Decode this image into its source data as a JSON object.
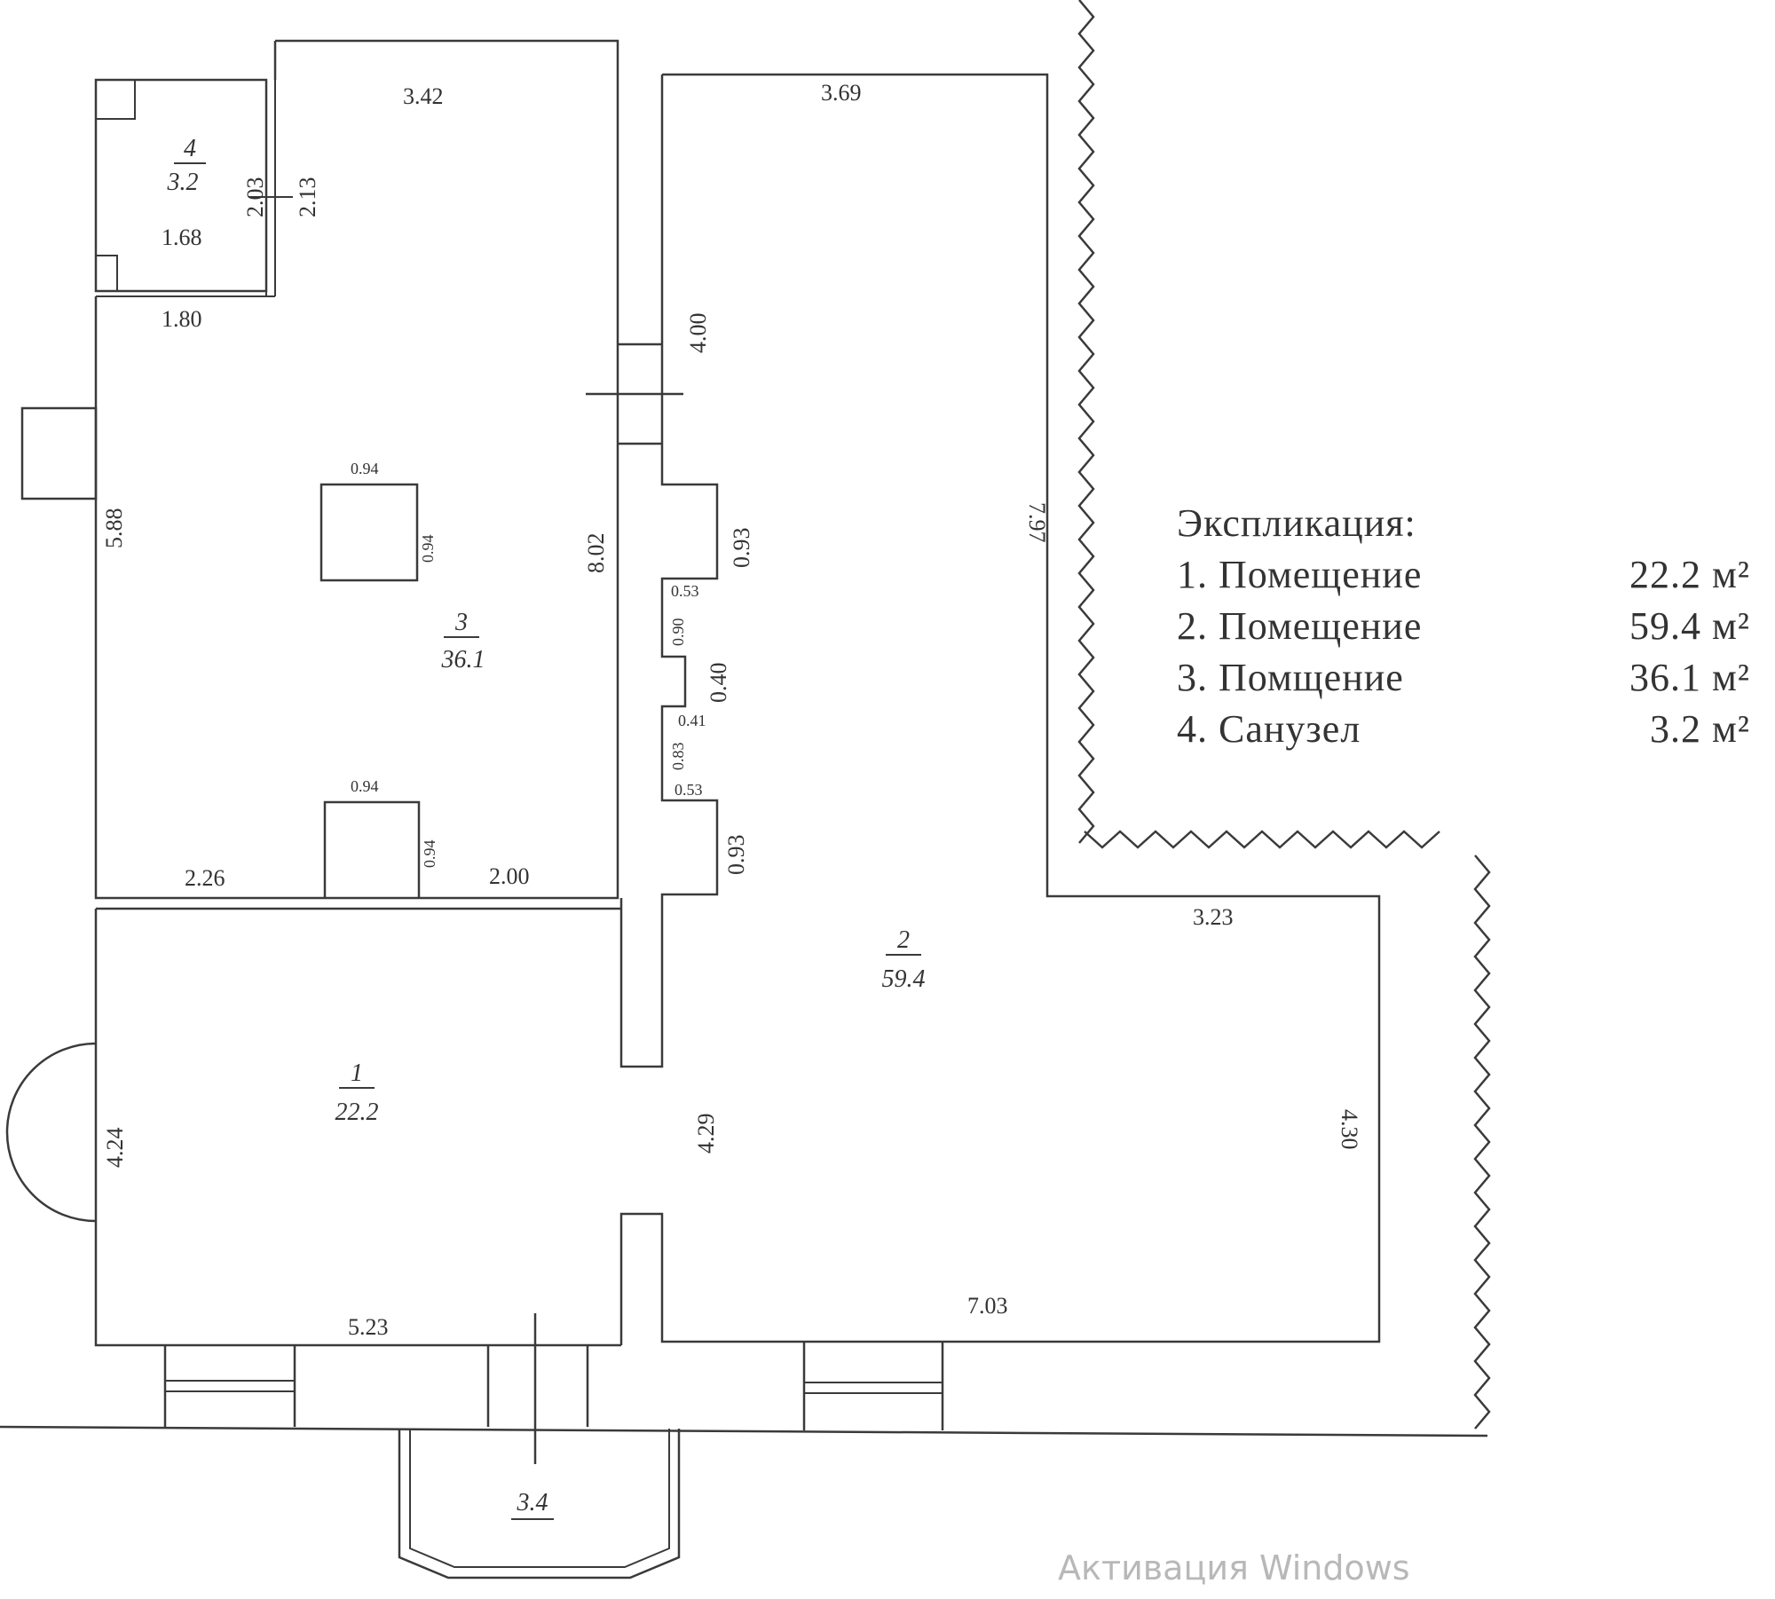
{
  "dimensions": {
    "d342": "3.42",
    "d369": "3.69",
    "d203": "2.03",
    "d213": "2.13",
    "d168": "1.68",
    "d180": "1.80",
    "d400": "4.00",
    "d588": "5.88",
    "d094a": "0.94",
    "d094b": "0.94",
    "d802": "8.02",
    "d093a": "0.93",
    "d797": "7.97",
    "d053a": "0.53",
    "d090": "0.90",
    "d040": "0.40",
    "d041": "0.41",
    "d083": "0.83",
    "d053b": "0.53",
    "d094c": "0.94",
    "d094d": "0.94",
    "d093b": "0.93",
    "d226": "2.26",
    "d200": "2.00",
    "d323": "3.23",
    "d424": "4.24",
    "d429": "4.29",
    "d430": "4.30",
    "d523": "5.23",
    "d703": "7.03"
  },
  "rooms": [
    {
      "number": "1",
      "area": "22.2"
    },
    {
      "number": "2",
      "area": "59.4"
    },
    {
      "number": "3",
      "area": "36.1"
    },
    {
      "number": "4",
      "area": "3.2"
    }
  ],
  "porch_label": "3.4",
  "legend": {
    "title": "Экспликация:",
    "items": [
      {
        "label": "1. Помещение",
        "area": "22.2 м²"
      },
      {
        "label": "2. Помещение",
        "area": "59.4 м²"
      },
      {
        "label": "3. Помщение",
        "area": "36.1 м²"
      },
      {
        "label": "4. Санузел",
        "area": "3.2 м²"
      }
    ]
  },
  "watermark": "Активация Windows"
}
